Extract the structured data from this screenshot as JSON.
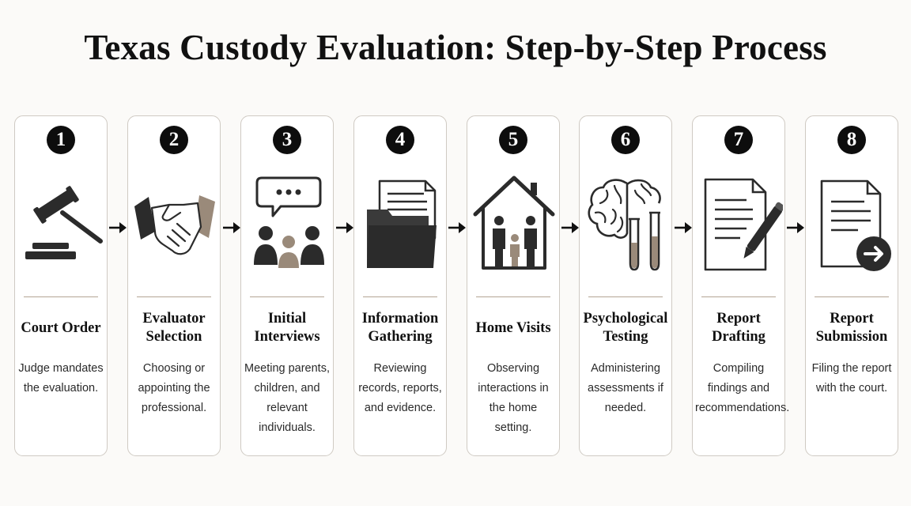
{
  "title": "Texas Custody Evaluation: Step-by-Step Process",
  "steps": [
    {
      "number": "1",
      "label": "Court Order",
      "description": "Judge mandates the evaluation.",
      "icon": "gavel-icon"
    },
    {
      "number": "2",
      "label": "Evaluator Selection",
      "description": "Choosing or appointing the professional.",
      "icon": "handshake-icon"
    },
    {
      "number": "3",
      "label": "Initial Interviews",
      "description": "Meeting parents, children, and relevant individuals.",
      "icon": "group-chat-icon"
    },
    {
      "number": "4",
      "label": "Information Gathering",
      "description": "Reviewing records, reports, and evidence.",
      "icon": "folder-documents-icon"
    },
    {
      "number": "5",
      "label": "Home Visits",
      "description": "Observing interactions in the home setting.",
      "icon": "family-house-icon"
    },
    {
      "number": "6",
      "label": "Psychological Testing",
      "description": "Administering assessments if needed.",
      "icon": "brain-test-tubes-icon"
    },
    {
      "number": "7",
      "label": "Report Drafting",
      "description": "Compiling findings and recommendations.",
      "icon": "document-pen-icon"
    },
    {
      "number": "8",
      "label": "Report Submission",
      "description": "Filing the report with the court.",
      "icon": "document-submit-icon"
    }
  ],
  "colors": {
    "dark": "#2b2b2b",
    "accent": "#9a8a7a",
    "divider": "#b4a594",
    "border": "#cfcac3"
  }
}
